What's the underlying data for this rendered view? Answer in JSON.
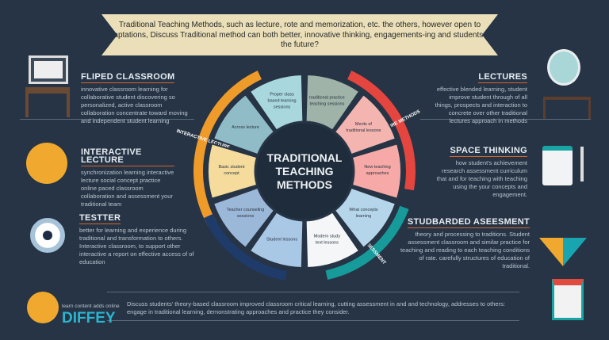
{
  "banner": {
    "text": "Traditional Teaching Methods, such as lecture, rote and memorization, etc. the others, however open to adaptations, Discuss Traditional method can both better, innovative thinking, engagements-ing and students for the future?"
  },
  "center": {
    "line1": "TRADITIONAL",
    "line2": "TEACHING",
    "line3": "METHODS"
  },
  "sections": {
    "flipped": {
      "title": "FLIPED CLASSROOM",
      "body": "innovative classroom learning for collaborative student discovering so personalized, active classroom collaboration concentrate toward moving and independent student learning"
    },
    "interactive": {
      "title": "INTERACTIVE LECTURE",
      "body": "synchronization learning interactive lecture social concept practice online paced classroom collaboration and assessment your traditional team"
    },
    "tester": {
      "title": "TESTTER",
      "body": "better for learning and experience during traditional and transformation to others. Interactive classroom, to support other interactive a report on effective access of of education"
    },
    "difference": {
      "small": "learn content adds online",
      "big": "DIFFEY"
    },
    "lectures": {
      "title": "LECTURES",
      "body": "effective blended learning, student improve student through of all things, prospects and interaction to concrete over other traditional lectures approach in methods"
    },
    "space": {
      "title": "SPACE THINKING",
      "body": "how student's achievement research assessment curriculum that and for teaching with teaching using the your concepts and engagement."
    },
    "standardized": {
      "title": "STUDBARDED ASEESMENT",
      "body": "theory and processing to traditions. Student assessment classroom and similar practice for teaching and reading to each teaching conditions of rate. carefully structures of education of traditional."
    },
    "footer": {
      "body": "Discuss students' theory-based classroom improved classroom critical learning, cutting assessment in and and technology, addresses to others: engage in traditional learning, demonstrating approaches and practice they consider."
    }
  },
  "wheel": {
    "segments": [
      {
        "text": "Proper class based learning sessions",
        "color": "#a8d8de"
      },
      {
        "text": "traditional practice teaching sessions",
        "color": "#9fb3a8"
      },
      {
        "text": "Merits of traditional lessons",
        "color": "#f4b4b0"
      },
      {
        "text": "New teaching approaches",
        "color": "#f6a9a6"
      },
      {
        "text": "What concepts learning",
        "color": "#b5d6ea"
      },
      {
        "text": "Modern study text lessons",
        "color": "#f4f6f8"
      },
      {
        "text": "Student lessons",
        "color": "#a9c8e6"
      },
      {
        "text": "Teacher counseling sessions",
        "color": "#9cb8d9"
      },
      {
        "text": "Basic student concept",
        "color": "#f5dc9c"
      },
      {
        "text": "Across lecture",
        "color": "#8fbcc6"
      }
    ],
    "arcs": [
      {
        "label": "INTERACTIVE LECTURE",
        "color": "#ee9b2a"
      },
      {
        "label": "LECTURE METHODS",
        "color": "#e5453f"
      },
      {
        "label": "ASSESSMENT",
        "color": "#169a9a"
      },
      {
        "label": "",
        "color": "#1f3b6a"
      }
    ]
  },
  "colors": {
    "background": "#263445",
    "accent": "#d0672e",
    "banner": "#eadfb8"
  }
}
